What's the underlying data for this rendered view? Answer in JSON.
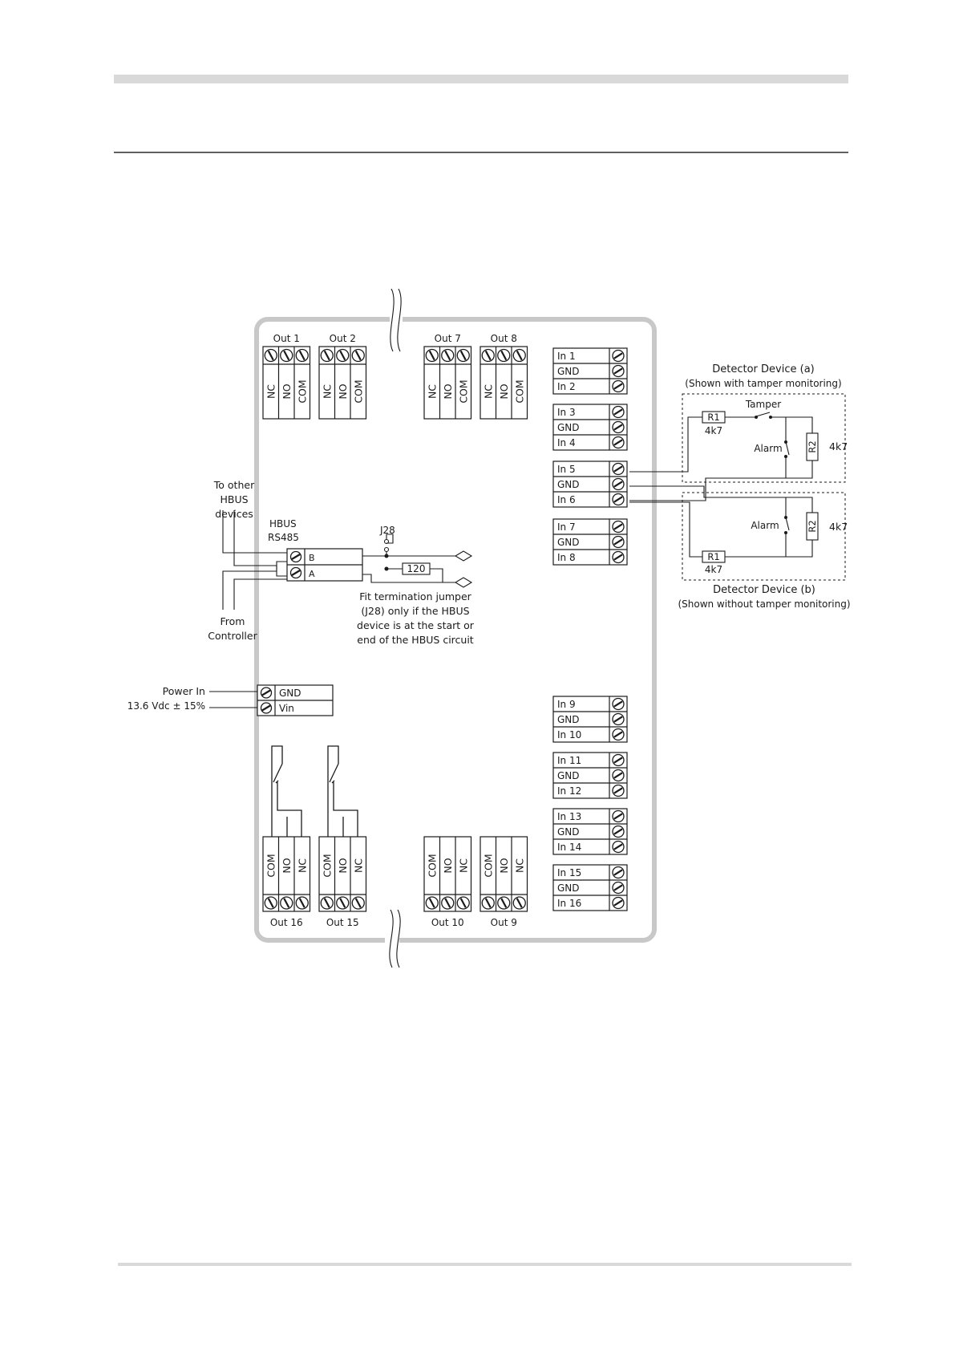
{
  "outputs_top": [
    {
      "label": "Out 1",
      "terminals": [
        "NC",
        "NO",
        "COM"
      ]
    },
    {
      "label": "Out 2",
      "terminals": [
        "NC",
        "NO",
        "COM"
      ]
    },
    {
      "label": "Out 7",
      "terminals": [
        "NC",
        "NO",
        "COM"
      ]
    },
    {
      "label": "Out 8",
      "terminals": [
        "NC",
        "NO",
        "COM"
      ]
    }
  ],
  "outputs_bottom": [
    {
      "label": "Out 16",
      "terminals": [
        "COM",
        "NO",
        "NC"
      ]
    },
    {
      "label": "Out 15",
      "terminals": [
        "COM",
        "NO",
        "NC"
      ]
    },
    {
      "label": "Out 10",
      "terminals": [
        "COM",
        "NO",
        "NC"
      ]
    },
    {
      "label": "Out 9",
      "terminals": [
        "COM",
        "NO",
        "NC"
      ]
    }
  ],
  "inputs": [
    [
      "In 1",
      "GND",
      "In 2"
    ],
    [
      "In 3",
      "GND",
      "In 4"
    ],
    [
      "In 5",
      "GND",
      "In 6"
    ],
    [
      "In 7",
      "GND",
      "In 8"
    ],
    [
      "In 9",
      "GND",
      "In 10"
    ],
    [
      "In 11",
      "GND",
      "In 12"
    ],
    [
      "In 13",
      "GND",
      "In 14"
    ],
    [
      "In 15",
      "GND",
      "In 16"
    ]
  ],
  "hbus": {
    "title": [
      "HBUS",
      "RS485"
    ],
    "terminals": [
      "B",
      "A"
    ],
    "to_other": [
      "To other",
      "HBUS",
      "devices"
    ],
    "from_controller": [
      "From",
      "Controller"
    ],
    "jumper": "J28",
    "resistor": "120",
    "note": [
      "Fit termination jumper",
      "(J28) only if the HBUS",
      "device is at the start or",
      "end of the HBUS circuit"
    ]
  },
  "power": {
    "label": "Power In",
    "spec": "13.6 Vdc ± 15%",
    "terminals": [
      "GND",
      "Vin"
    ]
  },
  "detector_a": {
    "title": "Detector Device (a)",
    "subtitle": "(Shown with tamper monitoring)",
    "r1": "R1",
    "r1_value": "4k7",
    "r2": "R2",
    "r2_value": "4k7",
    "tamper": "Tamper",
    "alarm": "Alarm"
  },
  "detector_b": {
    "title": "Detector Device (b)",
    "subtitle": "(Shown without tamper monitoring)",
    "r1": "R1",
    "r1_value": "4k7",
    "r2": "R2",
    "r2_value": "4k7",
    "alarm": "Alarm"
  },
  "colors": {
    "line": "#1a1a1a",
    "board": "#c8c8c8",
    "page_rule": "#d9d9d9"
  }
}
